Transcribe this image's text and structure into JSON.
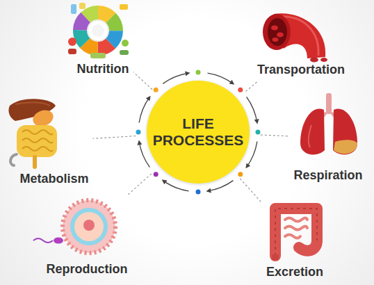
{
  "diagram": {
    "nodes": [
      {
        "text": [
          "Nutrition"
        ]
      },
      {
        "text": [
          "Transportation"
        ]
      },
      {
        "text": [
          "LIFE PROCESSES"
        ]
      },
      {
        "text": [
          "Metabolism"
        ]
      },
      {
        "text": [
          "Respiration"
        ]
      },
      {
        "text": [
          "Reproduction"
        ]
      },
      {
        "text": [
          "Excretion"
        ]
      }
    ],
    "edges": [
      {
        "from": 2,
        "to": 0,
        "arrow": "none"
      },
      {
        "from": 2,
        "to": 1,
        "arrow": "none"
      },
      {
        "from": 2,
        "to": 3,
        "arrow": "none"
      },
      {
        "from": 2,
        "to": 4,
        "arrow": "none"
      },
      {
        "from": 2,
        "to": 5,
        "arrow": "none"
      },
      {
        "from": 2,
        "to": 6,
        "arrow": "none"
      }
    ]
  }
}
